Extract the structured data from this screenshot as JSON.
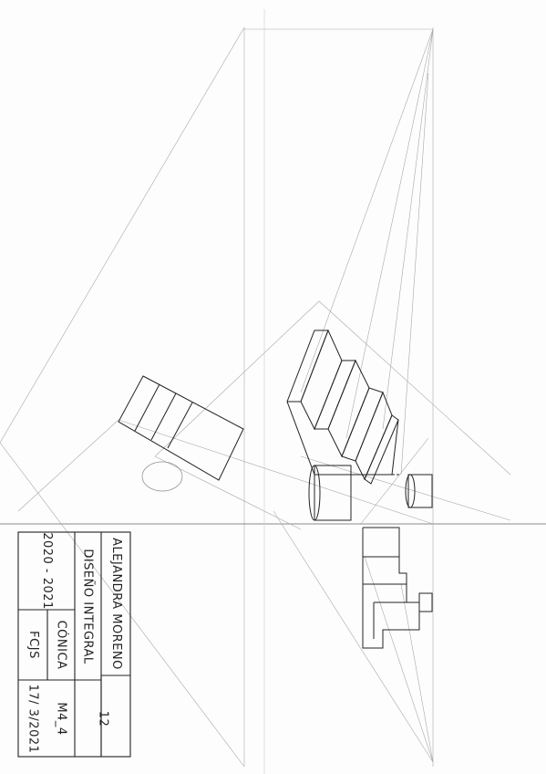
{
  "title_block": {
    "author": "ALEJANDRA MORENO",
    "subject": "DISEÑO INTEGRAL",
    "sheet_number": "12",
    "course_year": "2020 - 2021",
    "topic": "CÓNICA",
    "code": "M4_4",
    "school": "FCJS",
    "date": "17/ 3/2021"
  },
  "colors": {
    "ink": "#222222",
    "construction_line": "#9a9a9a",
    "paper": "#fdfdfd"
  }
}
